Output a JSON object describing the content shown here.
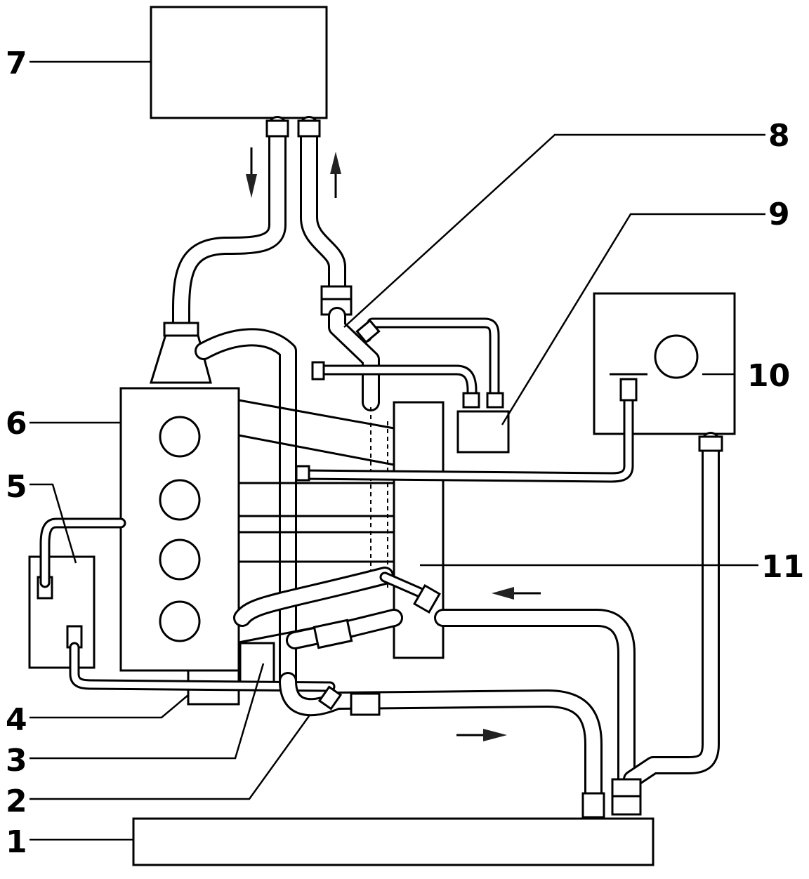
{
  "diagram": {
    "callouts": [
      {
        "id": "1",
        "text": "1"
      },
      {
        "id": "2",
        "text": "2"
      },
      {
        "id": "3",
        "text": "3"
      },
      {
        "id": "4",
        "text": "4"
      },
      {
        "id": "5",
        "text": "5"
      },
      {
        "id": "6",
        "text": "6"
      },
      {
        "id": "7",
        "text": "7"
      },
      {
        "id": "8",
        "text": "8"
      },
      {
        "id": "9",
        "text": "9"
      },
      {
        "id": "10",
        "text": "10"
      },
      {
        "id": "11",
        "text": "11"
      }
    ],
    "flow_arrows": [
      "down",
      "up",
      "left",
      "right"
    ],
    "line_color": "#000000",
    "background_color": "#ffffff"
  }
}
